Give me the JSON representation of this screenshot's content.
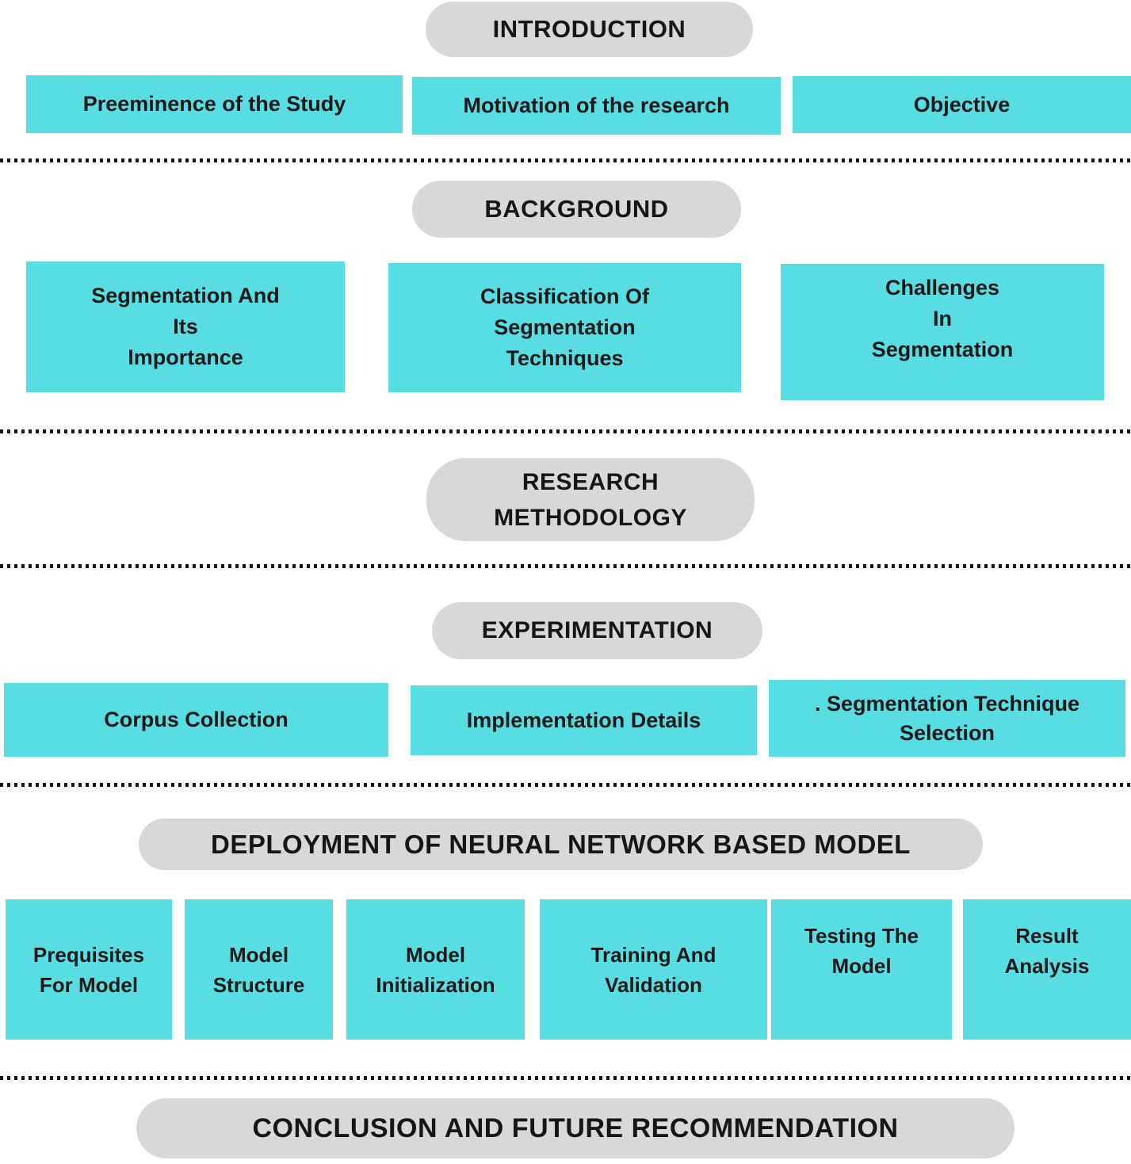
{
  "diagram": {
    "colors": {
      "box_fill": "#58dde3",
      "pill_fill": "#d8d8d8",
      "text": "#1a1a1a",
      "separator_dots": "#141414",
      "background": "#ffffff"
    },
    "sections": {
      "introduction": {
        "title": "INTRODUCTION",
        "boxes": [
          "Preeminence of the Study",
          "Motivation of the research",
          "Objective"
        ]
      },
      "background": {
        "title": "BACKGROUND",
        "boxes": [
          "Segmentation And\nIts\nImportance",
          "Classification Of\nSegmentation\nTechniques",
          "Challenges\nIn\nSegmentation"
        ]
      },
      "research_methodology": {
        "title": "RESEARCH\nMETHODOLOGY"
      },
      "experimentation": {
        "title": "EXPERIMENTATION",
        "boxes": [
          "Corpus Collection",
          "Implementation Details",
          ". Segmentation Technique\nSelection"
        ]
      },
      "deployment": {
        "title": "DEPLOYMENT OF NEURAL NETWORK BASED MODEL",
        "boxes": [
          "Prequisites\nFor Model",
          "Model\nStructure",
          "Model\nInitialization",
          "Training And\nValidation",
          "Testing The\nModel",
          "Result\nAnalysis"
        ]
      },
      "conclusion": {
        "title": "CONCLUSION AND FUTURE RECOMMENDATION"
      }
    }
  }
}
